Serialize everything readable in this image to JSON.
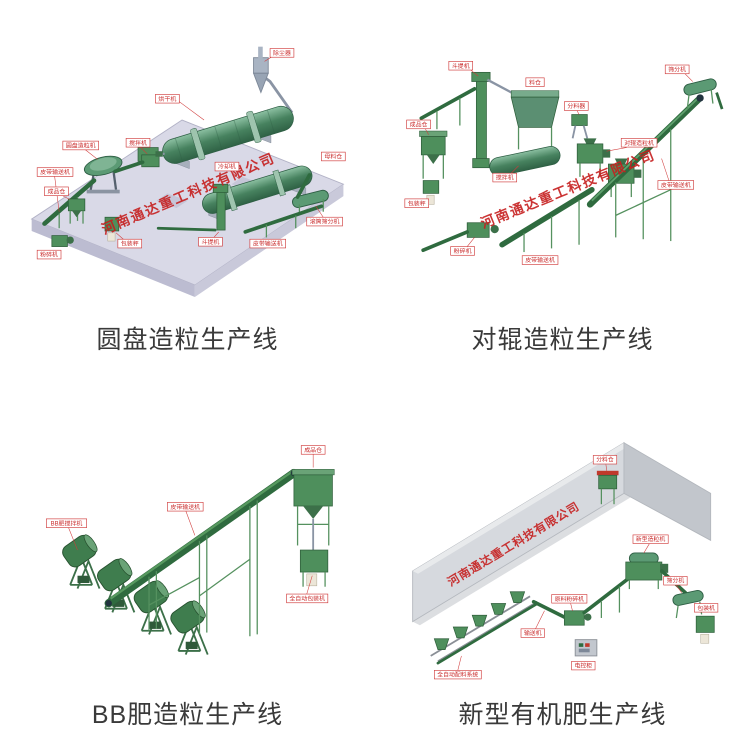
{
  "watermark": "河南通达重工科技有限公司",
  "panels": [
    {
      "caption": "圆盘造粒生产线",
      "labels": [
        "除尘器",
        "烘干机",
        "皮带输送机",
        "圆盘造粒机",
        "搅拌机",
        "成品仓",
        "粉碎机",
        "包装秤",
        "冷却机",
        "滚筒筛分机",
        "斗提机",
        "母料仓"
      ]
    },
    {
      "caption": "对辊造粒生产线",
      "labels": [
        "成品仓",
        "包装秤",
        "斗提机",
        "料仓",
        "分料器",
        "对辊造粒机",
        "搅拌机",
        "皮带输送机",
        "筛分机",
        "粉碎机"
      ]
    },
    {
      "caption": "BB肥造粒生产线",
      "labels": [
        "BB肥搅拌机",
        "皮带输送机",
        "成品仓",
        "全自动包装机"
      ]
    },
    {
      "caption": "新型有机肥生产线",
      "labels": [
        "分料仓",
        "输送机",
        "原料粉碎机",
        "新型造粒机",
        "筛分机",
        "包装机",
        "电控柜",
        "全自动配料系统"
      ]
    }
  ],
  "colors": {
    "machine_green": "#4e8f5c",
    "drum_teal": "#5b9a74",
    "conveyor_green": "#2f6b3f",
    "label_red": "#c92a2a",
    "watermark_red": "#c61f1f",
    "platform_gray": "#d9d9e7",
    "caption_text": "#3a3a3a"
  }
}
